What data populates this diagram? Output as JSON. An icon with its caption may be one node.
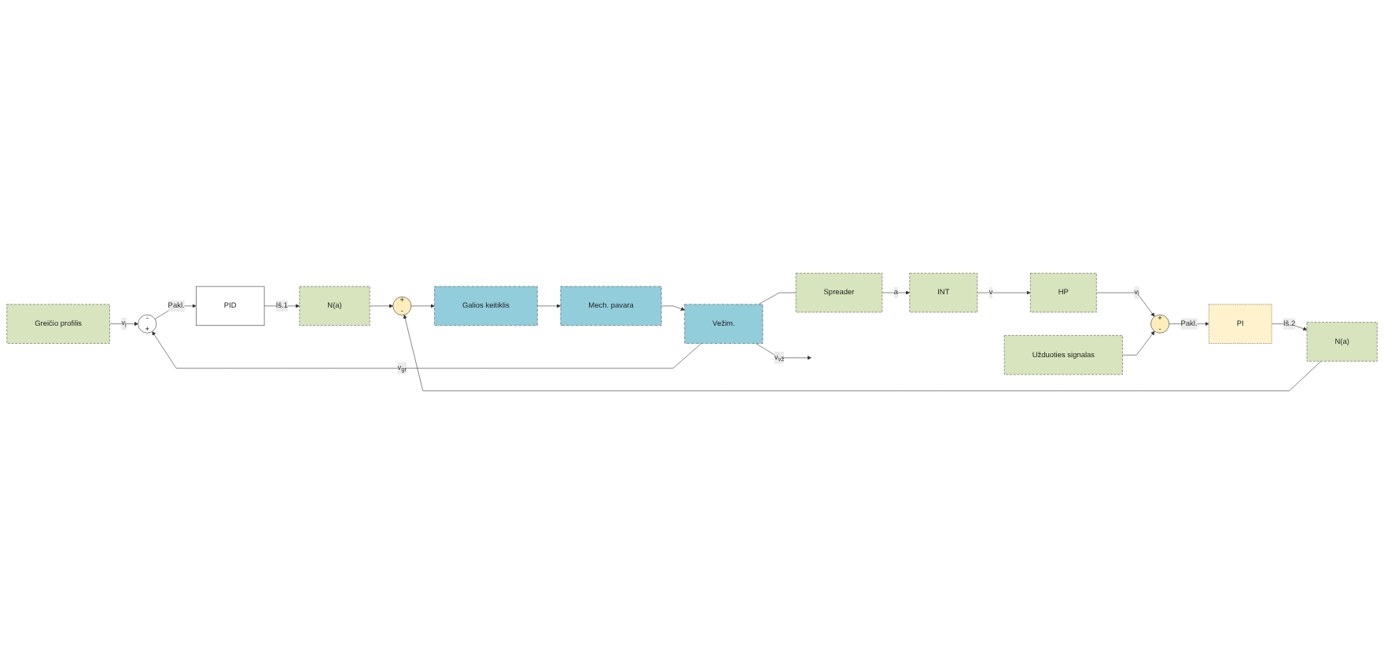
{
  "diagram": {
    "nodes": [
      {
        "text": [
          "Greičio profilis"
        ]
      },
      {
        "text": [
          "-",
          "+"
        ]
      },
      {
        "text": [
          "PID"
        ]
      },
      {
        "text": [
          "N(a)"
        ]
      },
      {
        "text": [
          "+",
          "-"
        ]
      },
      {
        "text": [
          "Galios keitiklis"
        ]
      },
      {
        "text": [
          "Mech. pavara"
        ]
      },
      {
        "text": [
          "Vežim."
        ]
      },
      {
        "text": [
          "N(a)"
        ]
      },
      {
        "text": [
          "Užduoties signalas"
        ]
      },
      {
        "text": [
          "PI"
        ]
      },
      {
        "text": [
          "+",
          "-"
        ]
      },
      {
        "text": [
          "HP"
        ]
      },
      {
        "text": [
          "INT"
        ]
      },
      {
        "text": [
          "Spreader"
        ]
      }
    ],
    "edges": [
      {
        "from": 0,
        "to": 1,
        "arrow": "to",
        "label": "v$_{l}$"
      },
      {
        "from": 1,
        "to": 2,
        "arrow": "to",
        "label": "Pakl."
      },
      {
        "from": 2,
        "to": 3,
        "arrow": "to",
        "label": "Iš.1"
      },
      {
        "from": 3,
        "to": 4,
        "arrow": "to"
      },
      {
        "from": 4,
        "to": 5,
        "arrow": "to"
      },
      {
        "from": 5,
        "to": 6,
        "arrow": "to"
      },
      {
        "from": 6,
        "to": 7,
        "arrow": "to"
      },
      {
        "from": 7,
        "to": null,
        "arrow": "to",
        "label": "v$_{vž}$"
      },
      {
        "from": 7,
        "to": 1,
        "arrow": "to",
        "label": "v$_{gr}$"
      },
      {
        "from": 8,
        "to": 4,
        "arrow": "to"
      },
      {
        "from": 7,
        "to": 14,
        "arrow": "none"
      },
      {
        "from": 14,
        "to": 13,
        "arrow": "to",
        "label": "a"
      },
      {
        "from": 13,
        "to": 12,
        "arrow": "to",
        "label": "v"
      },
      {
        "from": 12,
        "to": 11,
        "arrow": "to",
        "label": "v$_{l}$"
      },
      {
        "from": 9,
        "to": 11,
        "arrow": "to"
      },
      {
        "from": 11,
        "to": 10,
        "arrow": "to",
        "label": "Pakl."
      },
      {
        "from": 10,
        "to": 8,
        "arrow": "to",
        "label": "Iš.2"
      }
    ]
  }
}
